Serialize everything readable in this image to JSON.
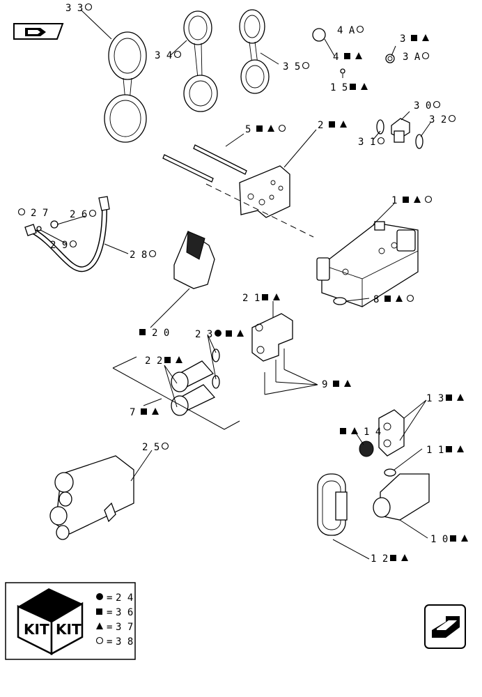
{
  "colors": {
    "ink": "#000000",
    "paper": "#ffffff"
  },
  "navigation": {
    "previous": {
      "icon": "arrow-left-icon"
    },
    "next": {
      "icon": "arrow-right-icon"
    }
  },
  "callouts": [
    {
      "id": "33",
      "markers": [
        "circle"
      ]
    },
    {
      "id": "34",
      "markers": [
        "circle"
      ]
    },
    {
      "id": "35",
      "markers": [
        "circle"
      ]
    },
    {
      "id": "4A",
      "markers": [
        "circle"
      ]
    },
    {
      "id": "4",
      "markers": [
        "square",
        "triangle"
      ]
    },
    {
      "id": "3",
      "markers": [
        "square",
        "triangle"
      ]
    },
    {
      "id": "3A",
      "markers": [
        "circle"
      ]
    },
    {
      "id": "15",
      "markers": [
        "square",
        "triangle"
      ]
    },
    {
      "id": "30",
      "markers": [
        "circle"
      ]
    },
    {
      "id": "32",
      "markers": [
        "circle"
      ]
    },
    {
      "id": "31",
      "markers": [
        "circle"
      ]
    },
    {
      "id": "5",
      "markers": [
        "square",
        "triangle",
        "circle"
      ]
    },
    {
      "id": "2",
      "markers": [
        "square",
        "triangle"
      ]
    },
    {
      "id": "1",
      "markers": [
        "square",
        "triangle",
        "circle"
      ]
    },
    {
      "id": "27",
      "markers": [
        "circle"
      ]
    },
    {
      "id": "26",
      "markers": [
        "circle"
      ]
    },
    {
      "id": "29",
      "markers": [
        "circle"
      ]
    },
    {
      "id": "28",
      "markers": [
        "circle"
      ]
    },
    {
      "id": "8",
      "markers": [
        "square",
        "triangle",
        "circle"
      ]
    },
    {
      "id": "21",
      "markers": [
        "square",
        "triangle"
      ]
    },
    {
      "id": "20",
      "markers": [
        "square"
      ]
    },
    {
      "id": "23",
      "markers": [
        "dot",
        "square",
        "triangle"
      ]
    },
    {
      "id": "22",
      "markers": [
        "square",
        "triangle"
      ]
    },
    {
      "id": "9",
      "markers": [
        "square",
        "triangle"
      ]
    },
    {
      "id": "7",
      "markers": [
        "square",
        "triangle"
      ]
    },
    {
      "id": "13",
      "markers": [
        "square",
        "triangle"
      ]
    },
    {
      "id": "14",
      "markers": [
        "square",
        "triangle"
      ]
    },
    {
      "id": "11",
      "markers": [
        "square",
        "triangle"
      ]
    },
    {
      "id": "25",
      "markers": [
        "circle"
      ]
    },
    {
      "id": "10",
      "markers": [
        "square",
        "triangle"
      ]
    },
    {
      "id": "12",
      "markers": [
        "square",
        "triangle"
      ]
    }
  ],
  "kit_legend": {
    "box_label_1": "KIT",
    "box_label_2": "KIT",
    "entries": [
      {
        "marker": "dot",
        "equals": "=",
        "kit": "24"
      },
      {
        "marker": "square",
        "equals": "=",
        "kit": "36"
      },
      {
        "marker": "triangle",
        "equals": "=",
        "kit": "37"
      },
      {
        "marker": "circle",
        "equals": "=",
        "kit": "38"
      }
    ]
  }
}
